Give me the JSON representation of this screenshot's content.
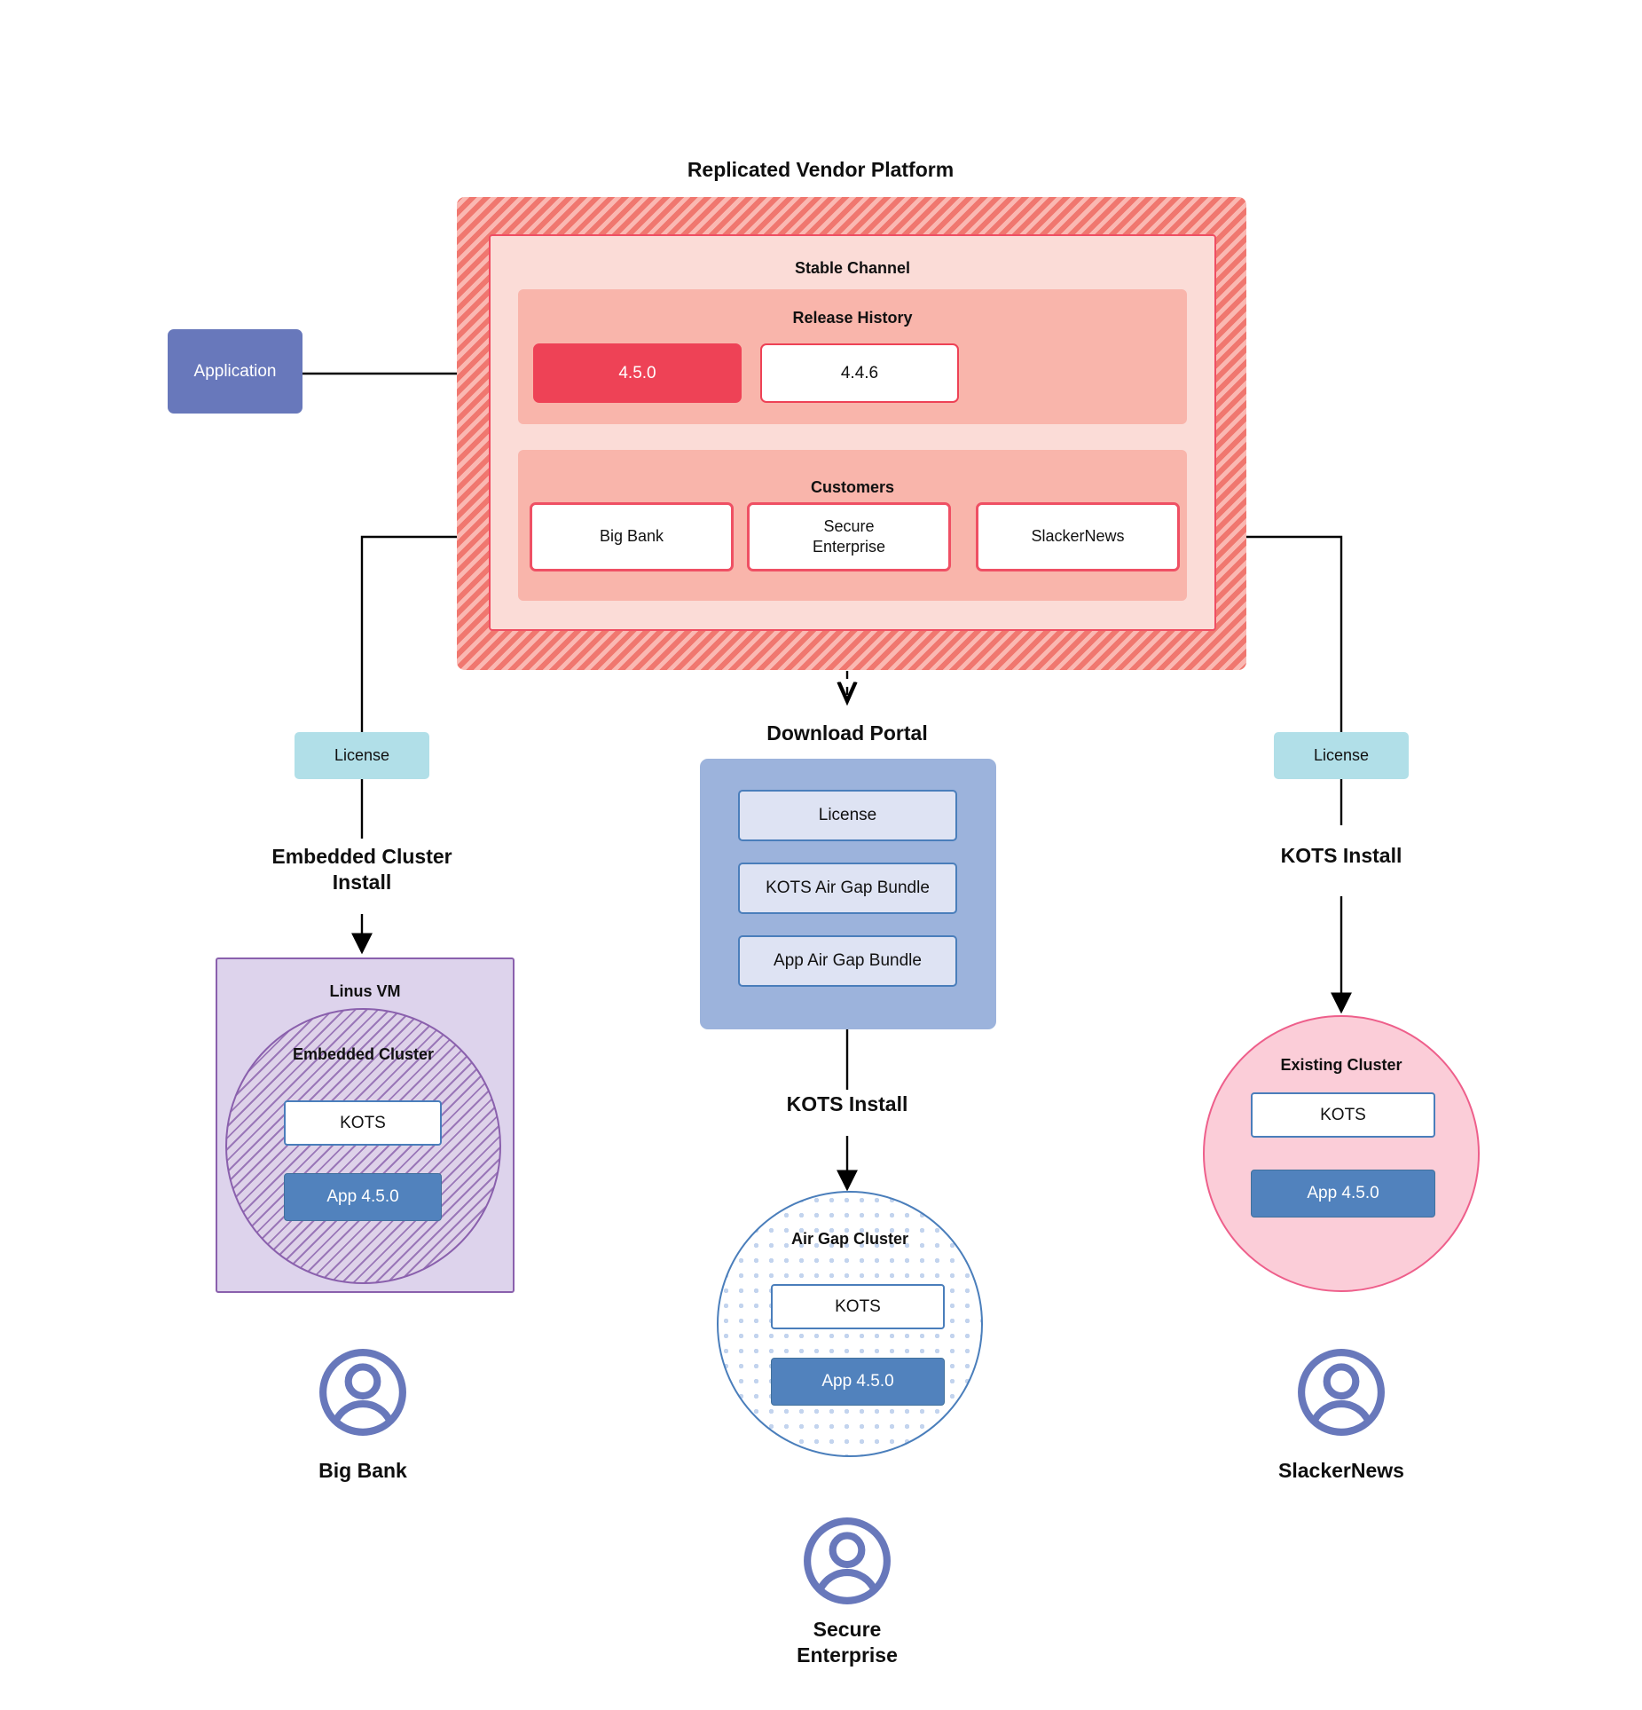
{
  "diagram": {
    "title": "Replicated Vendor Platform",
    "application_box": {
      "label": "Application"
    },
    "channel": {
      "label": "Stable Channel",
      "release_history": {
        "label": "Release History",
        "releases": [
          {
            "version": "4.5.0",
            "state": "current"
          },
          {
            "version": "4.4.6",
            "state": "previous"
          }
        ]
      },
      "customers": {
        "label": "Customers",
        "items": [
          {
            "name": "Big Bank"
          },
          {
            "name": "Secure\nEnterprise"
          },
          {
            "name": "SlackerNews"
          }
        ]
      }
    },
    "branches": {
      "left": {
        "license_label": "License",
        "install_label": "Embedded Cluster\nInstall",
        "vm_label": "Linus VM",
        "cluster_label": "Embedded Cluster",
        "kots_label": "KOTS",
        "app_label": "App 4.5.0",
        "customer_label": "Big Bank",
        "avatar_icon": "user-avatar-icon"
      },
      "middle": {
        "portal_title": "Download  Portal",
        "portal_items": [
          {
            "label": "License"
          },
          {
            "label": "KOTS Air Gap Bundle"
          },
          {
            "label": "App Air Gap Bundle"
          }
        ],
        "install_label": "KOTS Install",
        "cluster_label": "Air Gap Cluster",
        "kots_label": "KOTS",
        "app_label": "App 4.5.0",
        "customer_label": "Secure\nEnterprise",
        "avatar_icon": "user-avatar-icon"
      },
      "right": {
        "license_label": "License",
        "install_label": "KOTS Install",
        "cluster_label": "Existing Cluster",
        "kots_label": "KOTS",
        "app_label": "App 4.5.0",
        "customer_label": "SlackerNews",
        "avatar_icon": "user-avatar-icon"
      }
    },
    "colors": {
      "platform_hatch": "#f0776f",
      "channel_fill": "#fbdcd7",
      "group_fill": "#f9b5ab",
      "release_current": "#ee4256",
      "customer_border": "#ef5064",
      "application_fill": "#6878bb",
      "license_fill": "#b1dfe8",
      "vm_fill": "#ddd3ec",
      "vm_border": "#8a60ad",
      "airgap_border": "#4a7ebb",
      "airgap_dots": "#c3d4ee",
      "existing_fill": "#fbcdd8",
      "existing_border": "#ee5f8b",
      "kots_border": "#4a7ebb",
      "app_fill": "#5182bd",
      "portal_fill": "#9cb3dc",
      "portal_item_fill": "#dee3f3",
      "avatar_color": "#6878bb"
    }
  }
}
